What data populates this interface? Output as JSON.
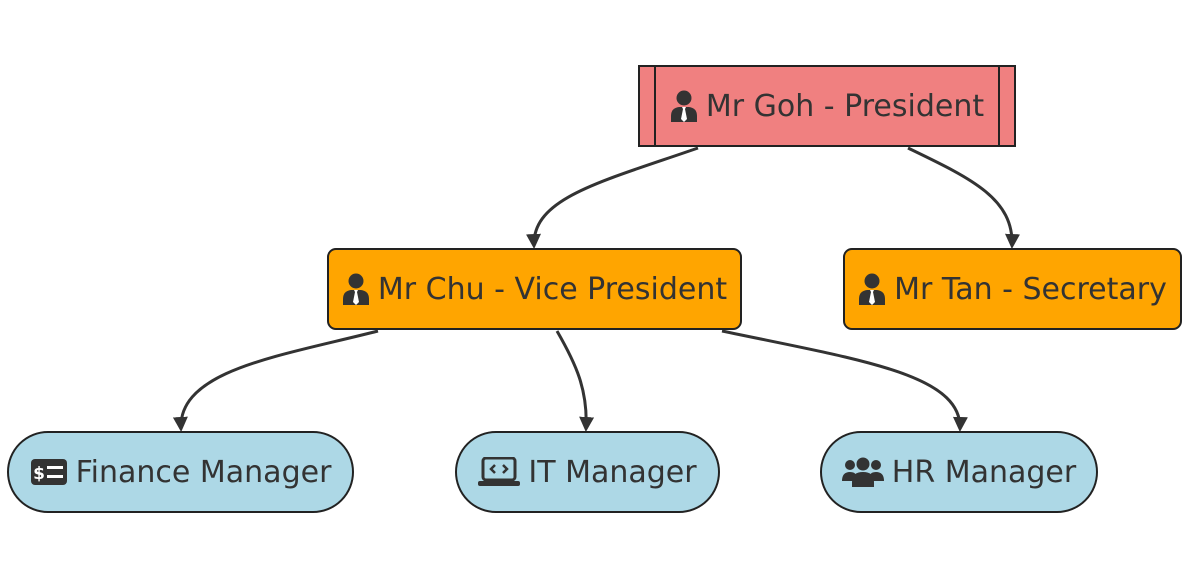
{
  "colors": {
    "president_fill": "#f08080",
    "officer_fill": "#ffa500",
    "manager_fill": "#add8e6",
    "edge": "#333333"
  },
  "nodes": {
    "president": {
      "label": "Mr Goh - President",
      "icon": "user-tie-icon"
    },
    "vice_president": {
      "label": "Mr Chu - Vice President",
      "icon": "user-tie-icon"
    },
    "secretary": {
      "label": "Mr Tan - Secretary",
      "icon": "user-tie-icon"
    },
    "finance_manager": {
      "label": "Finance Manager",
      "icon": "money-check-icon"
    },
    "it_manager": {
      "label": "IT Manager",
      "icon": "laptop-code-icon"
    },
    "hr_manager": {
      "label": "HR Manager",
      "icon": "users-icon"
    }
  },
  "edges": [
    {
      "from": "president",
      "to": "vice_president"
    },
    {
      "from": "president",
      "to": "secretary"
    },
    {
      "from": "vice_president",
      "to": "finance_manager"
    },
    {
      "from": "vice_president",
      "to": "it_manager"
    },
    {
      "from": "vice_president",
      "to": "hr_manager"
    }
  ]
}
